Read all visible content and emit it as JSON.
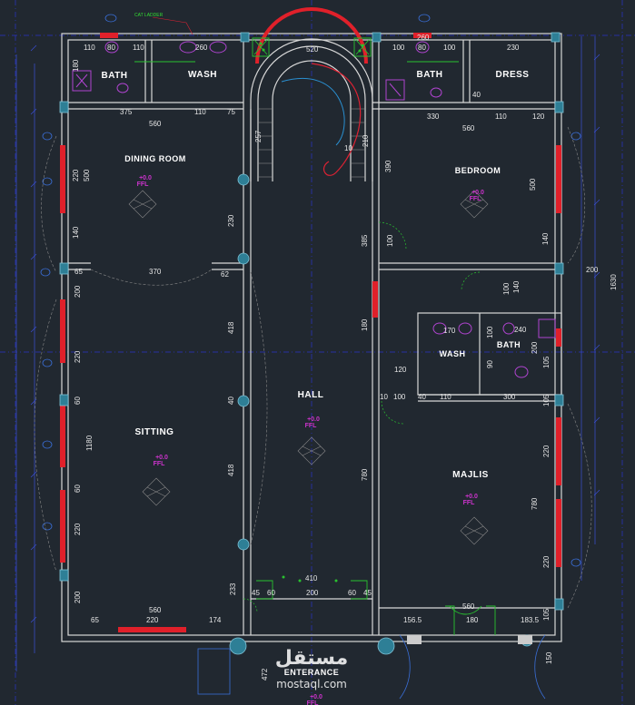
{
  "rooms": {
    "bath_left": "BATH",
    "wash_top": "WASH",
    "bath_right": "BATH",
    "dress": "DRESS",
    "dining": "DINING ROOM",
    "bedroom": "BEDROOM",
    "hall": "HALL",
    "sitting": "SITTING",
    "wash_mid": "WASH",
    "bath_mid": "BATH",
    "majlis": "MAJLIS",
    "entrance": "ENTERANCE"
  },
  "levels": {
    "dining": "+0.0",
    "bedroom": "+0.0",
    "hall": "+0.0",
    "sitting": "+0.0",
    "majlis": "+0.0",
    "entrance": "+0.0",
    "ffl": "FFL"
  },
  "dimensions": {
    "d110a": "110",
    "d80a": "80",
    "d110b": "110",
    "d260a": "260",
    "d100a": "100",
    "d80b": "80",
    "d100b": "100",
    "d230": "230",
    "d520": "520",
    "d180": "180",
    "d375": "375",
    "d110c": "110",
    "d75": "75",
    "d330": "330",
    "d110d": "110",
    "d120a": "120",
    "d560a": "560",
    "d560b": "560",
    "d260b": "260",
    "d40a": "40",
    "d10": "10",
    "d257": "257",
    "d210": "210",
    "d390": "390",
    "d500a": "500",
    "d220a": "220",
    "d140a": "140",
    "d500b": "500",
    "d140b": "140",
    "d65": "65",
    "d370": "370",
    "d62": "62",
    "d200a": "200",
    "d1630": "1630",
    "d230b": "230",
    "d100c": "100",
    "d385": "385",
    "d418a": "418",
    "d200b": "200",
    "d220b": "220",
    "d60a": "60",
    "d1180": "1180",
    "d60b": "60",
    "d220c": "220",
    "d200c": "200",
    "d180b": "180",
    "d100d": "100",
    "d140c": "140",
    "d170": "170",
    "d240": "240",
    "d120b": "120",
    "d100e": "100",
    "d40b": "40",
    "d110e": "110",
    "d300": "300",
    "d100f": "100",
    "d10b": "10",
    "d200d": "200",
    "d90": "90",
    "d105a": "105",
    "d105b": "105",
    "d40c": "40",
    "d418b": "418",
    "d780a": "780",
    "d220d": "220",
    "d780b": "780",
    "d220e": "220",
    "d105c": "105",
    "d410": "410",
    "d233": "233",
    "d45a": "45",
    "d60c": "60",
    "d200e": "200",
    "d60d": "60",
    "d45b": "45",
    "d560c": "560",
    "d560d": "560",
    "d65b": "65",
    "d220f": "220",
    "d174": "174",
    "d156": "156.5",
    "d180c": "180",
    "d183": "183.5",
    "d472": "472",
    "d150": "150",
    "d105d": "105"
  },
  "annotations": {
    "cat_ladder": "CAT LADDER"
  },
  "watermark": {
    "arabic": "مستقل",
    "site": "mostaql.com"
  },
  "colors": {
    "background": "#212830",
    "wall": "#d8d8d8",
    "window": "#e0202a",
    "axis": "#2233cc",
    "dimension": "#e6e6e6",
    "fixture": "#b044d0",
    "plant": "#29c22f",
    "column": "#2e7f96"
  }
}
